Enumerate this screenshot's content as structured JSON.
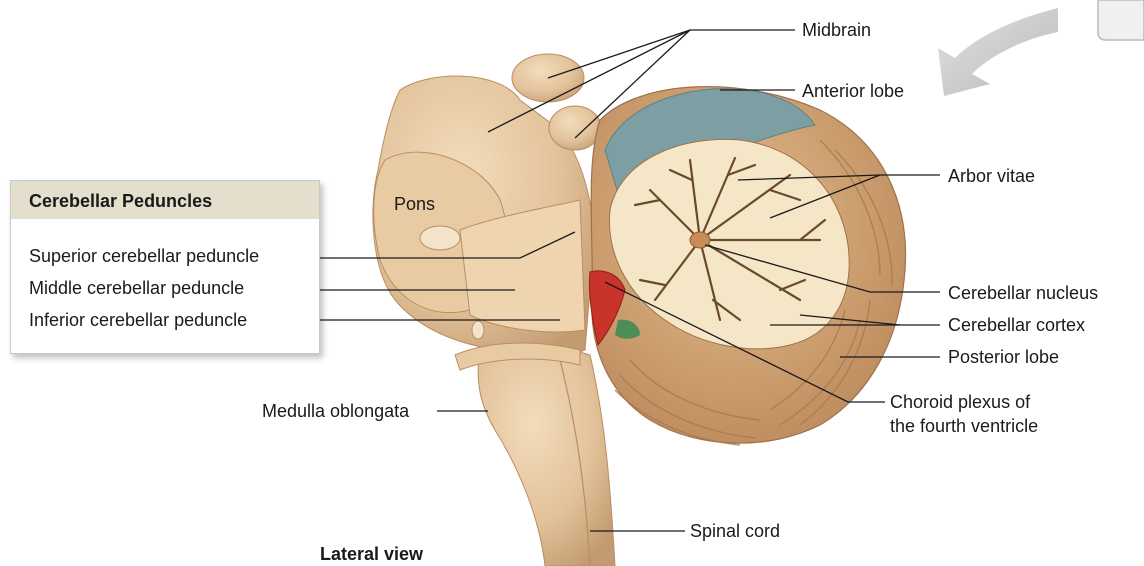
{
  "legend": {
    "title": "Cerebellar Peduncles",
    "items": [
      "Superior cerebellar peduncle",
      "Middle cerebellar peduncle",
      "Inferior cerebellar peduncle"
    ]
  },
  "labels": {
    "pons": "Pons",
    "midbrain": "Midbrain",
    "anterior_lobe": "Anterior lobe",
    "arbor_vitae": "Arbor vitae",
    "cerebellar_nucleus": "Cerebellar nucleus",
    "cerebellar_cortex": "Cerebellar cortex",
    "posterior_lobe": "Posterior lobe",
    "choroid_line1": "Choroid plexus of",
    "choroid_line2": "the fourth ventricle",
    "medulla": "Medulla oblongata",
    "spinal_cord": "Spinal cord"
  },
  "caption": "Lateral view",
  "colors": {
    "tissue": "#e6c9a3",
    "tissue_shadow": "#c9a27a",
    "white_matter": "#f6e6c8",
    "anterior_lobe": "#7d9ea3",
    "choroid": "#c8342b",
    "green_patch": "#4e8c5a",
    "legend_header": "#e3dfcc",
    "arrow": "#c9c9c9"
  }
}
